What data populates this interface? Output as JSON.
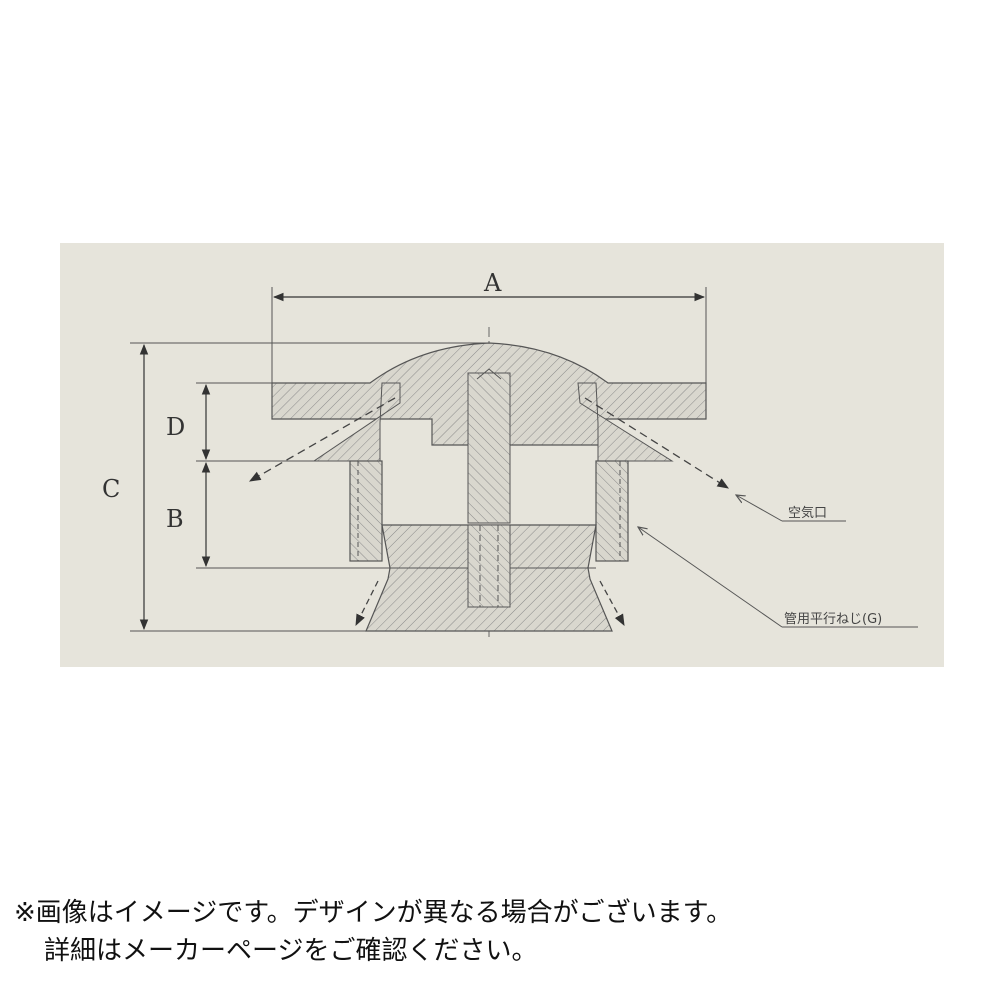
{
  "drawing": {
    "dimension_labels": {
      "a": "A",
      "b": "B",
      "c": "C",
      "d": "D"
    },
    "callouts": {
      "air_port": "空気口",
      "thread": "管用平行ねじ(G)"
    },
    "colors": {
      "panel_bg": "#e6e4db",
      "line": "#555555",
      "hatch": "#8a8a8a"
    }
  },
  "disclaimer": {
    "line1": "※画像はイメージです。デザインが異なる場合がございます。",
    "line2": "詳細はメーカーページをご確認ください。"
  }
}
